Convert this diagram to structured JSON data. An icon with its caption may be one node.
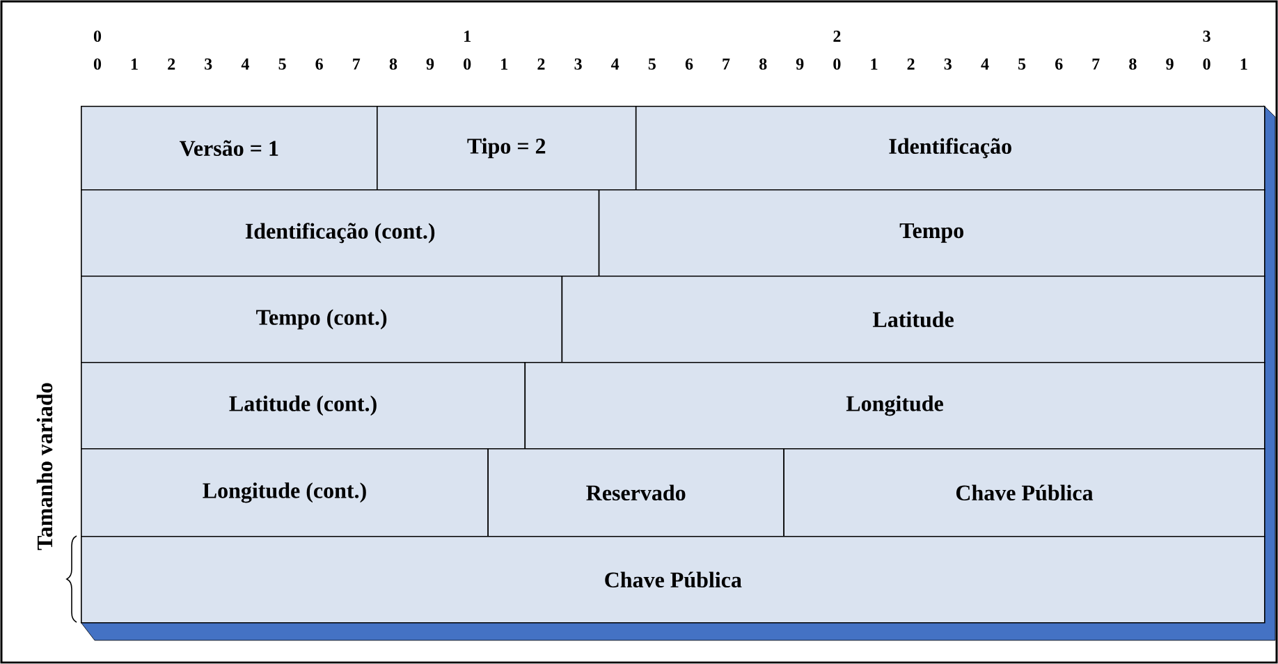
{
  "diagram": {
    "nodes": [
      {
        "text": [
          "Versão = 1"
        ]
      },
      {
        "text": [
          "Tipo = 2"
        ]
      },
      {
        "text": [
          "Identificação"
        ]
      },
      {
        "text": [
          "Identificação (cont.)"
        ]
      },
      {
        "text": [
          "Tempo"
        ]
      },
      {
        "text": [
          "Tempo (cont.)"
        ]
      },
      {
        "text": [
          "Latitude"
        ]
      },
      {
        "text": [
          "Latitude (cont.)"
        ]
      },
      {
        "text": [
          "Longitude"
        ]
      },
      {
        "text": [
          "Longitude (cont.)"
        ]
      },
      {
        "text": [
          "Reservado"
        ]
      },
      {
        "text": [
          "Chave Pública"
        ]
      },
      {
        "text": [
          "Chave Pública"
        ],
        "beside": [
          "Tamanho variado"
        ]
      }
    ],
    "labels": [
      "0",
      "1",
      "2",
      "3",
      "0",
      "1",
      "2",
      "3",
      "4",
      "5",
      "6",
      "7",
      "8",
      "9",
      "0",
      "1",
      "2",
      "3",
      "4",
      "5",
      "6",
      "7",
      "8",
      "9",
      "0",
      "1",
      "2",
      "3",
      "4",
      "5",
      "6",
      "7",
      "8",
      "9",
      "0",
      "1"
    ]
  }
}
